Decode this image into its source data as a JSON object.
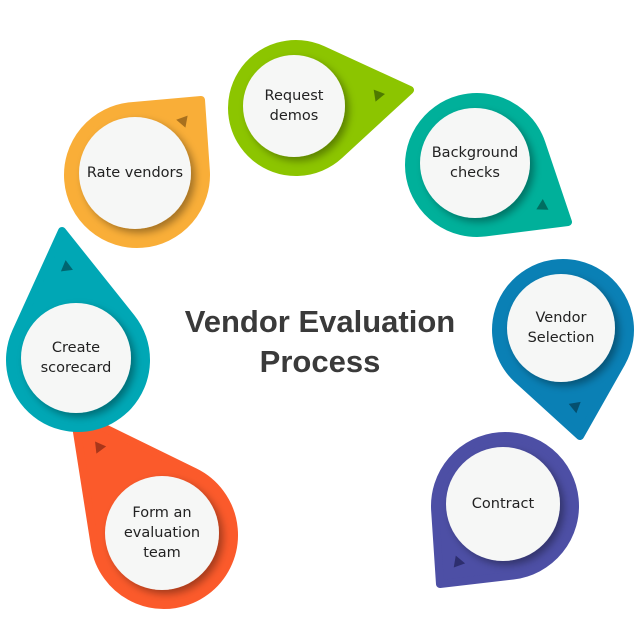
{
  "title": {
    "line1": "Vendor Evaluation",
    "line2": "Process"
  },
  "steps": [
    {
      "label": "Request demos",
      "color": "#8cc500",
      "marker": "#4e7a00"
    },
    {
      "label": "Background checks",
      "color": "#00b09a",
      "marker": "#006e60"
    },
    {
      "label": "Vendor Selection",
      "color": "#0a80b5",
      "marker": "#05506f"
    },
    {
      "label": "Contract",
      "color": "#4d4fa5",
      "marker": "#2d2e6e"
    },
    {
      "label": "Form an evaluation team",
      "color": "#fb5a2b",
      "marker": "#a8361a"
    },
    {
      "label": "Create scorecard",
      "color": "#00a7b5",
      "marker": "#006670"
    },
    {
      "label": "Rate vendors",
      "color": "#f9ae38",
      "marker": "#a8701e"
    }
  ]
}
